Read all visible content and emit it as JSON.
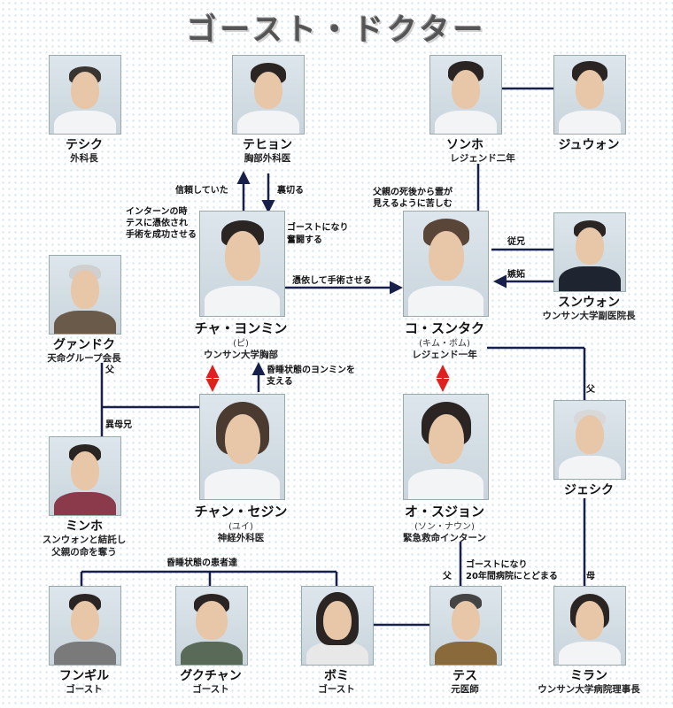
{
  "title": "ゴースト・ドクター",
  "people": {
    "teshiku": {
      "name": "テシク",
      "role": "外科長"
    },
    "tehyon": {
      "name": "テヒョン",
      "role": "胸部外科医"
    },
    "sonho": {
      "name": "ソンホ",
      "role": "レジェンド二年"
    },
    "juon": {
      "name": "ジュウォン"
    },
    "yonmin": {
      "name": "チャ・ヨンミン",
      "actor": "(ピ)",
      "role": "ウンサン大学胸部"
    },
    "suntaku": {
      "name": "コ・スンタク",
      "actor": "(キム・ボム)",
      "role": "レジェンド一年"
    },
    "sunon": {
      "name": "スンウォン",
      "role": "ウンサン大学副医院長"
    },
    "guandoku": {
      "name": "グァンドク",
      "role": "天命グループ会長"
    },
    "minho": {
      "name": "ミンホ",
      "role": "スンウォンと結託し",
      "role2": "父親の命を奪う"
    },
    "sejin": {
      "name": "チャン・セジン",
      "actor": "(ユイ)",
      "role": "神経外科医"
    },
    "sujon": {
      "name": "オ・スジョン",
      "actor": "(ソン・ナウン)",
      "role": "緊急救命インターン"
    },
    "jeshiku": {
      "name": "ジェシク"
    },
    "fungiru": {
      "name": "フンギル",
      "role": "ゴースト"
    },
    "gukuchan": {
      "name": "グクチャン",
      "role": "ゴースト"
    },
    "bomi": {
      "name": "ボミ",
      "role": "ゴースト"
    },
    "tesu": {
      "name": "テス",
      "role": "元医師"
    },
    "miran": {
      "name": "ミラン",
      "role": "ウンサン大学病院理事長"
    }
  },
  "relations": {
    "shinrai": "信頼していた",
    "uragiru": "裏切る",
    "intern1": "インターンの時",
    "intern2": "テスに憑依され",
    "intern3": "手術を成功させる",
    "ghost1": "ゴーストになり",
    "ghost2": "奮闘する",
    "hyoui": "憑依して手術させる",
    "fushi1": "父親の死後から霊が",
    "fushi2": "見えるように苦しむ",
    "itoko": "従兄",
    "shitto": "嫉妬",
    "chichi_guandoku": "父",
    "ibo": "異母兄",
    "konsui1": "昏睡状態のヨンミンを",
    "konsui2": "支える",
    "chichi_jeshiku": "父",
    "kanja": "昏睡状態の患者達",
    "chichi_tesu": "父",
    "tesu1": "ゴーストになり",
    "tesu2": "20年間病院にとどまる",
    "haha": "母"
  }
}
